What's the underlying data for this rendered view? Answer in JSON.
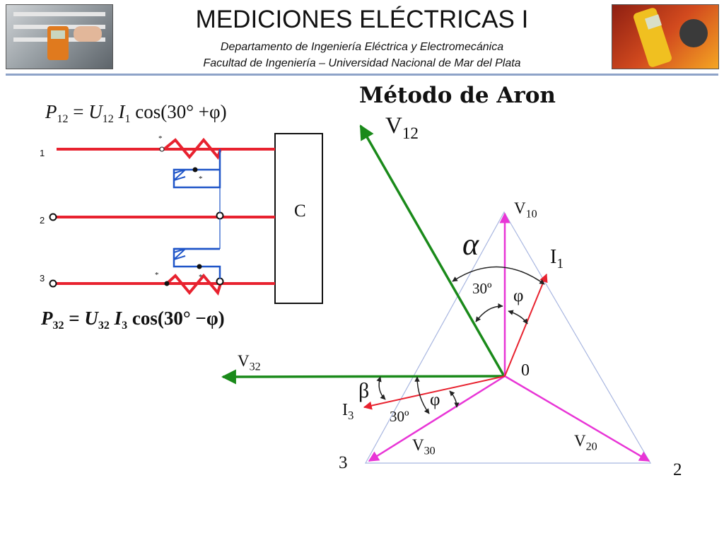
{
  "header": {
    "title": "MEDICIONES ELÉCTRICAS I",
    "dept": "Departamento de Ingeniería Eléctrica y Electromecánica",
    "faculty": "Facultad de Ingeniería – Universidad Nacional de Mar del Plata"
  },
  "slide": {
    "method_title": "Método de Aron",
    "eq1": {
      "P": "P",
      "P_sub": "12",
      "eq": "=",
      "U": "U",
      "U_sub": "12",
      "I": "I",
      "I_sub": "1",
      "tail": "cos(30° +φ)"
    },
    "eq2": {
      "P": "P",
      "P_sub": "32",
      "eq": "=",
      "U": "U",
      "U_sub": "32",
      "I": "I",
      "I_sub": "3",
      "tail": "cos(30° −φ)"
    }
  },
  "circuit": {
    "line_labels": [
      "1",
      "2",
      "3"
    ],
    "load_label": "C",
    "star": "*"
  },
  "phasor": {
    "V12": {
      "base": "V",
      "sub": "12"
    },
    "V10": {
      "base": "V",
      "sub": "10"
    },
    "V32": {
      "base": "V",
      "sub": "32"
    },
    "I1": {
      "base": "I",
      "sub": "1"
    },
    "I3": {
      "base": "I",
      "sub": "3"
    },
    "V20": {
      "base": "V",
      "sub": "20"
    },
    "V30": {
      "base": "V",
      "sub": "30"
    },
    "alpha": "α",
    "beta": "β",
    "phi": "φ",
    "thirty": "30º",
    "node0": "0",
    "node2": "2",
    "node3": "3"
  },
  "colors": {
    "line": "#e8222f",
    "coil": "#1f55c8",
    "voltage": "#1a8a1a",
    "phase": "#e835d6",
    "triangle": "#a8b6e0"
  }
}
